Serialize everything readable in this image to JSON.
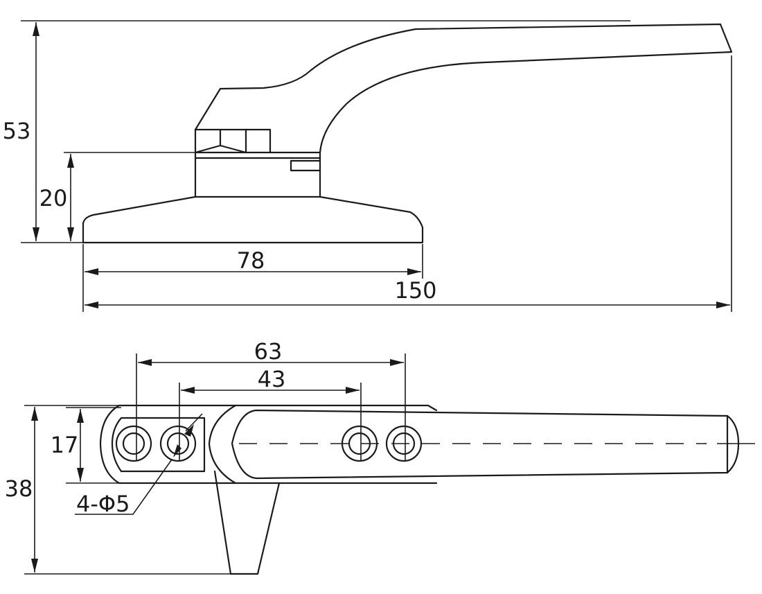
{
  "colors": {
    "line": "#1a1a1a",
    "background": "#ffffff"
  },
  "side_view": {
    "dim_height_total": "53",
    "dim_height_base": "20",
    "dim_width_base": "78",
    "dim_width_total": "150"
  },
  "top_view": {
    "dim_hole_span_outer": "63",
    "dim_hole_span_inner": "43",
    "dim_hole_width": "17",
    "dim_total_width": "38",
    "hole_callout": "4-Φ5"
  }
}
